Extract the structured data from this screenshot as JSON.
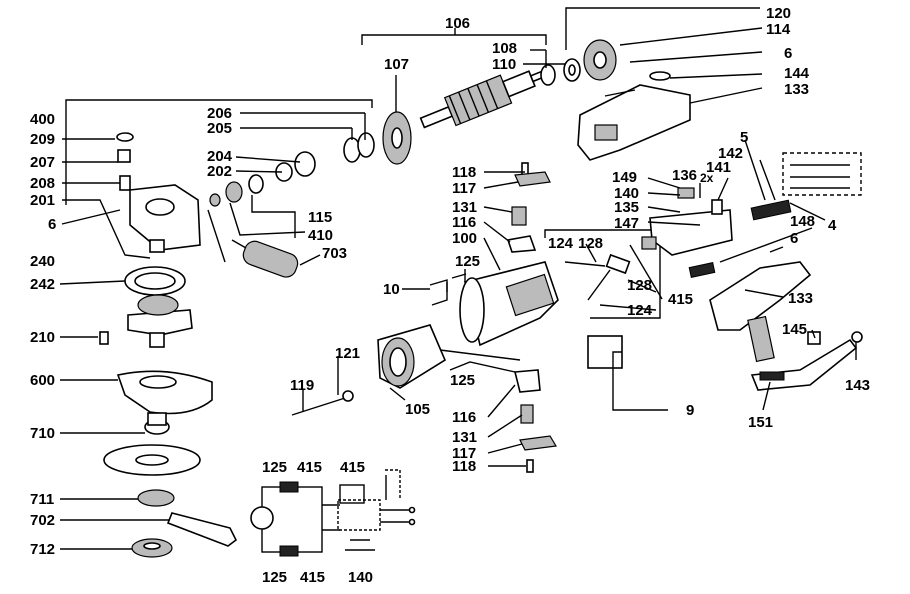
{
  "labels": {
    "l120": "120",
    "l114": "114",
    "l106": "106",
    "l108": "108",
    "l110": "110",
    "l107": "107",
    "l6a": "6",
    "l144": "144",
    "l133a": "133",
    "l400": "400",
    "l206": "206",
    "l205": "205",
    "l209": "209",
    "l207": "207",
    "l204": "204",
    "l202": "202",
    "l208": "208",
    "l201": "201",
    "l6b": "6",
    "l115": "115",
    "l410": "410",
    "l240": "240",
    "l703": "703",
    "l242": "242",
    "l210": "210",
    "l600": "600",
    "l710": "710",
    "l711": "711",
    "l702": "702",
    "l712": "712",
    "l118a": "118",
    "l117a": "117",
    "l131a": "131",
    "l116a": "116",
    "l100": "100",
    "l124a": "124",
    "l128a": "128",
    "l10": "10",
    "l125a": "125",
    "l128b": "128",
    "l124b": "124",
    "l415a": "415",
    "l121": "121",
    "l119": "119",
    "l105": "105",
    "l125b": "125",
    "l116b": "116",
    "l131b": "131",
    "l117b": "117",
    "l118b": "118",
    "l5": "5",
    "l142": "142",
    "l149": "149",
    "l136": "136",
    "l2x": "2x",
    "l141": "141",
    "l140a": "140",
    "l135": "135",
    "l147": "147",
    "l148": "148",
    "l4": "4",
    "l6c": "6",
    "l133b": "133",
    "l145": "145",
    "l143": "143",
    "l151": "151",
    "l9": "9",
    "w125a": "125",
    "w415a": "415",
    "w415b": "415",
    "w125b": "125",
    "w415c": "415",
    "w140": "140"
  },
  "colors": {
    "ink": "#000000",
    "paper": "#ffffff"
  }
}
